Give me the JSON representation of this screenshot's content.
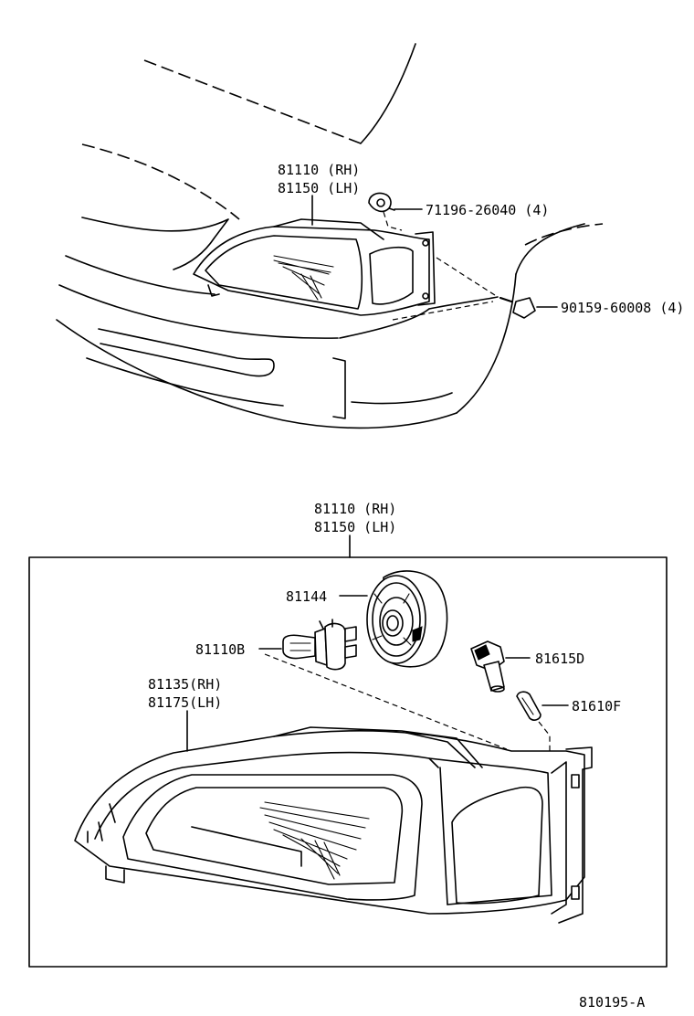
{
  "upper_view": {
    "headlamp_assy": {
      "rh": "81110 (RH)",
      "lh": "81150 (LH)"
    },
    "clip": "71196-26040 (4)",
    "screw": "90159-60008 (4)"
  },
  "lower_view": {
    "headlamp_assy": {
      "rh": "81110 (RH)",
      "lh": "81150 (LH)"
    },
    "cover": "81144",
    "bulb": "81110B",
    "socket": "81615D",
    "wedge_bulb": "81610F",
    "lens_housing": {
      "rh": "81135(RH)",
      "lh": "81175(LH)"
    }
  },
  "figure_code": "810195-A"
}
